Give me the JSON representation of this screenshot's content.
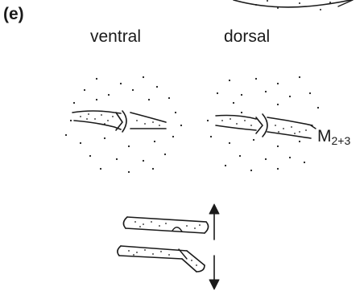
{
  "figure": {
    "panel_label": "(e)",
    "ventral_label": "ventral",
    "dorsal_label": "dorsal",
    "vein_label_main": "M",
    "vein_label_sub": "2+3"
  },
  "colors": {
    "ink": "#1a1a1a",
    "background": "#ffffff"
  }
}
